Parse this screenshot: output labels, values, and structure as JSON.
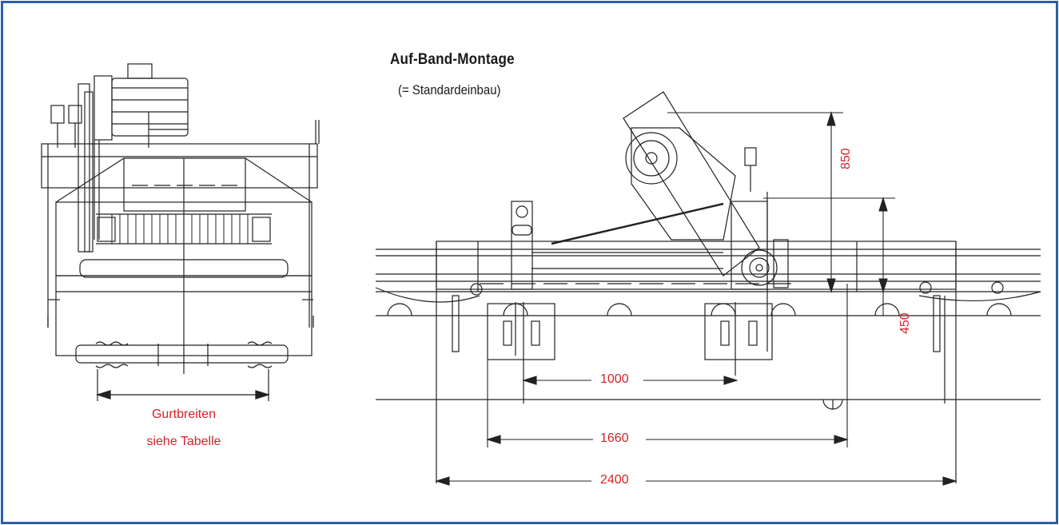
{
  "title": "Auf-Band-Montage",
  "subtitle": "(= Standardeinbau)",
  "side_view": {
    "label_line1": "Gurtbreiten",
    "label_line2": "siehe Tabelle"
  },
  "dimensions": {
    "height_top": "850",
    "height_low": "450",
    "width_small": "1000",
    "width_mid": "1660",
    "width_total": "2400"
  },
  "colors": {
    "frame": "#2b5fa8",
    "drawing": "#222222",
    "dimension_text": "#d2232a"
  }
}
